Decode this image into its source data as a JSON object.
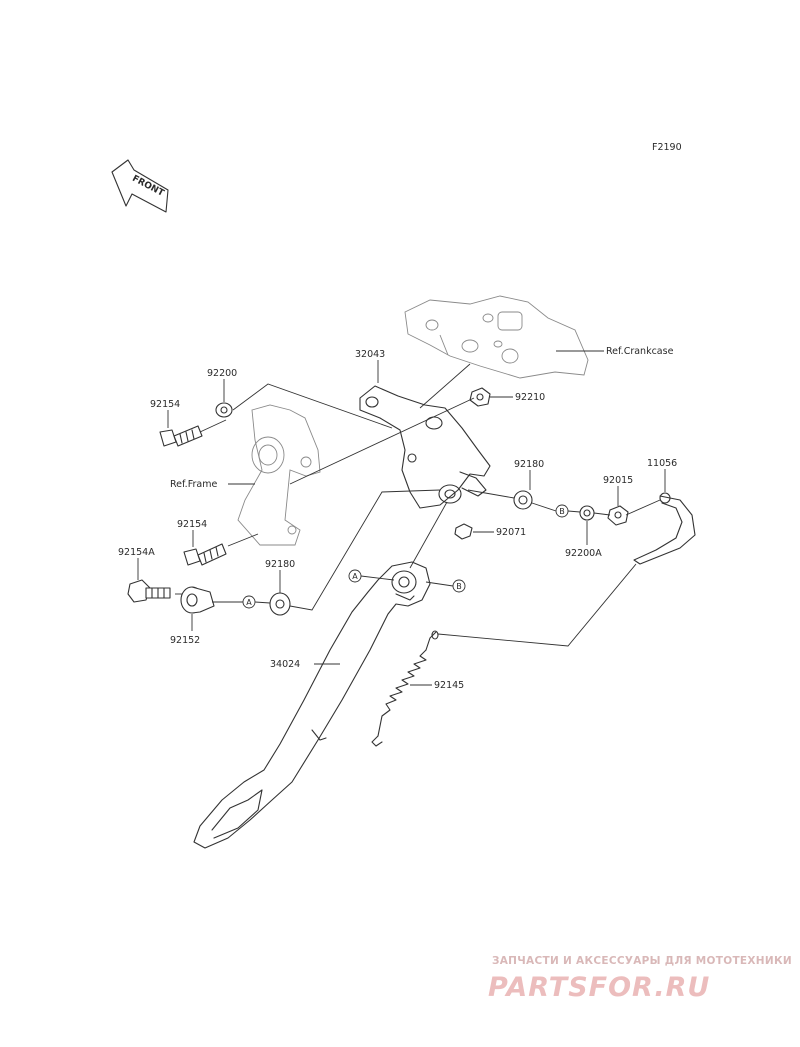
{
  "diagram": {
    "figure_code": "F2190",
    "front_badge": "FRONT",
    "refs": {
      "crankcase": "Ref.Crankcase",
      "frame": "Ref.Frame"
    },
    "parts": {
      "p32043": "32043",
      "p92200": "92200",
      "p92154_top": "92154",
      "p92210": "92210",
      "p92180_right": "92180",
      "p92015": "92015",
      "p11056": "11056",
      "p92071": "92071",
      "p92200A": "92200A",
      "p92154_mid": "92154",
      "p92154A": "92154A",
      "p92180_left": "92180",
      "p92152": "92152",
      "p34024": "34024",
      "p92145": "92145"
    },
    "markers": {
      "a": "A",
      "b": "B"
    }
  },
  "watermark": {
    "caption": "ЗАПЧАСТИ И АКСЕССУАРЫ ДЛЯ МОТОТЕХНИКИ",
    "logo": "PARTSFOR.RU"
  }
}
